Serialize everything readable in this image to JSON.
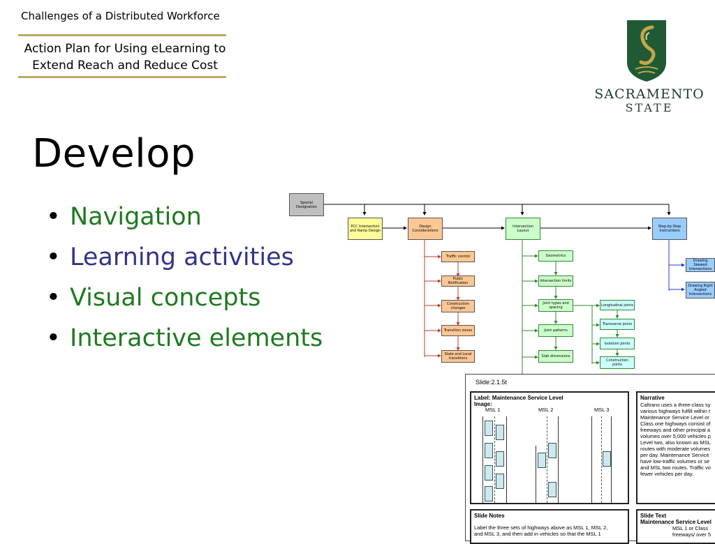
{
  "header": {
    "top_title": "Challenges of a Distributed Workforce",
    "subtitle_line1": "Action Plan for Using eLearning to",
    "subtitle_line2": "Extend Reach and Reduce Cost",
    "rule_color": "#b9a86a"
  },
  "logo": {
    "word1": "SACRAMENTO",
    "word2": "STATE",
    "shield_color": "#1f5a34",
    "gold_color": "#c4a64a"
  },
  "slide": {
    "title": "Develop",
    "bullets": [
      {
        "text": "Navigation",
        "color": "#1f7a1f"
      },
      {
        "text": "Learning activities",
        "color": "#33338a"
      },
      {
        "text": "Visual concepts",
        "color": "#1f7a1f"
      },
      {
        "text": "Interactive elements",
        "color": "#1f7a1f"
      }
    ]
  },
  "flowchart": {
    "root": "Special Designation",
    "level1": [
      "PCC Intersection and Ramp Design",
      "Design Considerations",
      "Intersection Layout",
      "Step-by-Step Instructions"
    ],
    "design_items": [
      "Traffic control",
      "Public Notification",
      "Construction changes",
      "Transition zones",
      "State and Local transitions"
    ],
    "layout_items": [
      "Geometrics",
      "Intersection limits",
      "Joint types and spacing",
      "Joint patterns",
      "Slab dimensions"
    ],
    "joint_items": [
      "Longitudinal joints",
      "Transverse joints",
      "Isolation Joints",
      "Construction Joints"
    ],
    "instruction_items": [
      "Drawing Skewed Intersections",
      "Drawing Right Angled Intersections"
    ]
  },
  "storyboard": {
    "slide_id": "Slide:2.1.5t",
    "label_title": "Label: Maintenance Service Level",
    "image_label": "Image:",
    "msl": [
      "MSL 1",
      "MSL 2",
      "MSL 3"
    ],
    "narrative_title": "Narrative",
    "narrative_lines": [
      "Caltrans uses a three-class sy",
      "various highways fulfill within t",
      "Maintenance Service Level or",
      "Class one highways consist of",
      "freeways and other principal a",
      "volumes over 5,000 vehicles p",
      "Level two, also known as MSL",
      "routes with moderate volumes",
      "per day. Maintenance Service",
      "have low-traffic volumes or se",
      "and MSL two routes. Traffic vo",
      "fewer vehicles per day."
    ],
    "notes_title": "Slide Notes",
    "notes_lines": [
      "Label the three sets of highways above as MSL 1, MSL 2,",
      "and MSL 3, and then add in vehicles so that the MSL 1"
    ],
    "slide_text_title": "Slide Text",
    "slide_text_sub": "Maintenance Service Level",
    "slide_text_lines": [
      "MSL 1 or Class",
      "freeways/ over 5"
    ]
  }
}
